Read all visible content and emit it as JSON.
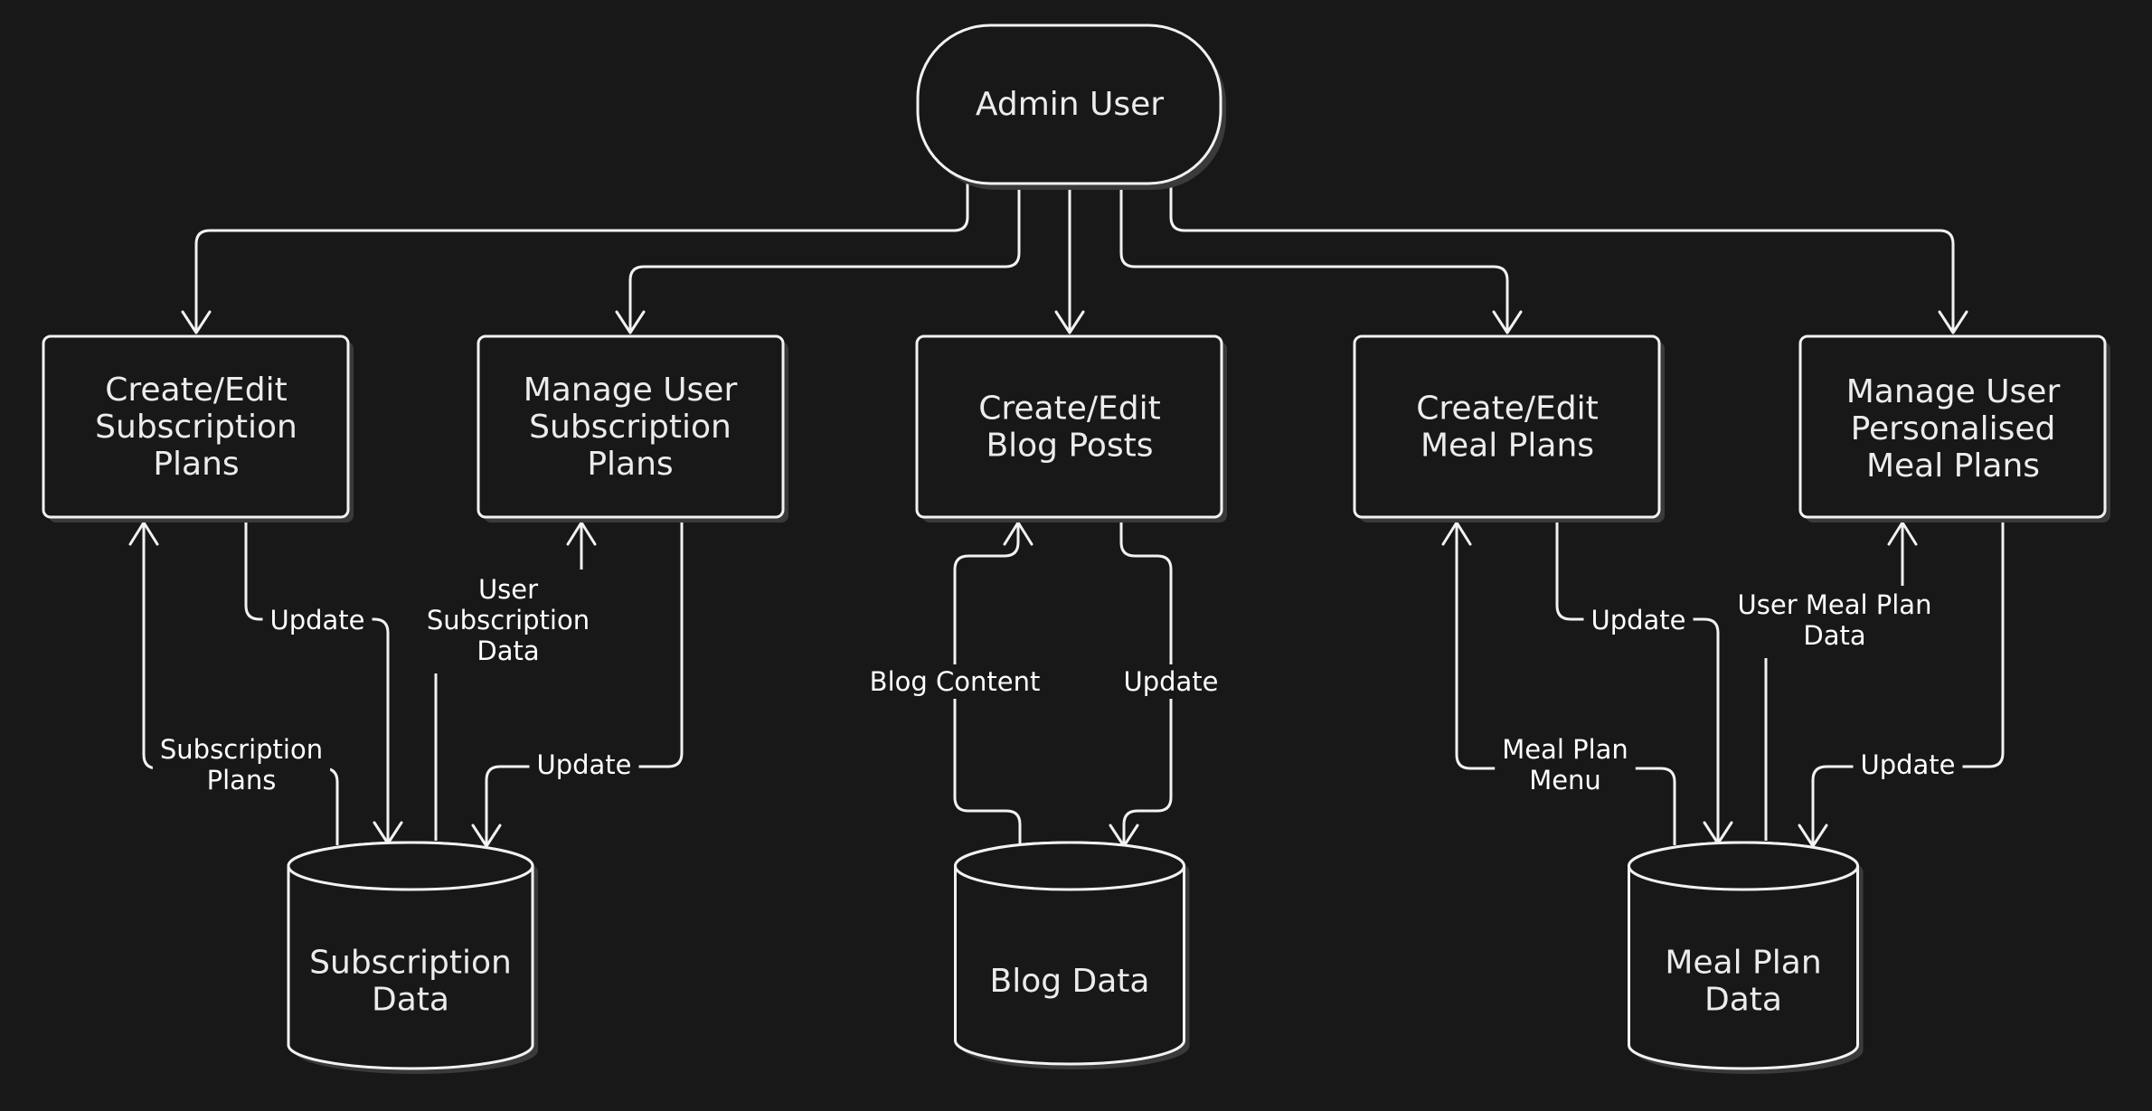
{
  "nodes": {
    "admin": {
      "lines": [
        "Admin User"
      ]
    },
    "create_subscription": {
      "lines": [
        "Create/Edit",
        "Subscription",
        "Plans"
      ]
    },
    "manage_subscription": {
      "lines": [
        "Manage User",
        "Subscription",
        "Plans"
      ]
    },
    "create_blog": {
      "lines": [
        "Create/Edit",
        "Blog Posts"
      ]
    },
    "create_meal": {
      "lines": [
        "Create/Edit",
        "Meal Plans"
      ]
    },
    "manage_meal": {
      "lines": [
        "Manage User",
        "Personalised",
        "Meal Plans"
      ]
    },
    "subscription_data": {
      "lines": [
        "Subscription",
        "Data"
      ]
    },
    "blog_data": {
      "lines": [
        "Blog Data"
      ]
    },
    "meal_data": {
      "lines": [
        "Meal Plan",
        "Data"
      ]
    }
  },
  "edge_labels": {
    "sub_update_1": [
      "Update"
    ],
    "sub_user_data": [
      "User",
      "Subscription",
      "Data"
    ],
    "sub_plans": [
      "Subscription",
      "Plans"
    ],
    "sub_update_2": [
      "Update"
    ],
    "blog_content": [
      "Blog Content"
    ],
    "blog_update": [
      "Update"
    ],
    "meal_update_1": [
      "Update"
    ],
    "meal_user_data": [
      "User Meal Plan",
      "Data"
    ],
    "meal_menu": [
      "Meal Plan",
      "Menu"
    ],
    "meal_update_2": [
      "Update"
    ]
  },
  "colors": {
    "background": "#181818",
    "stroke": "#f2f2f2",
    "text": "#ececec"
  }
}
